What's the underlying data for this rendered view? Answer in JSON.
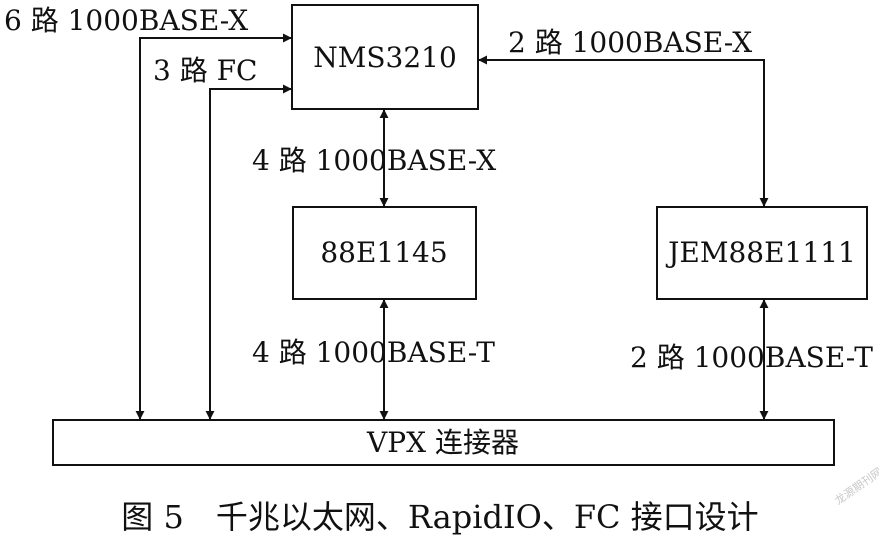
{
  "blocks": {
    "nms": "NMS3210",
    "phy_left": "88E1145",
    "phy_right": "JEM88E1111",
    "connector": "VPX 连接器"
  },
  "links": {
    "six_x": "6 路 1000BASE-X",
    "three_fc": "3 路 FC",
    "two_x": "2 路 1000BASE-X",
    "four_x": "4 路 1000BASE-X",
    "four_t": "4 路 1000BASE-T",
    "two_t": "2 路 1000BASE-T"
  },
  "caption": "图 5　千兆以太网、RapidIO、FC 接口设计",
  "watermark": "龙源期刊网",
  "colors": {
    "stroke": "#111111",
    "text": "#111111",
    "watermark": "#c8c8c8",
    "background": "#ffffff"
  }
}
